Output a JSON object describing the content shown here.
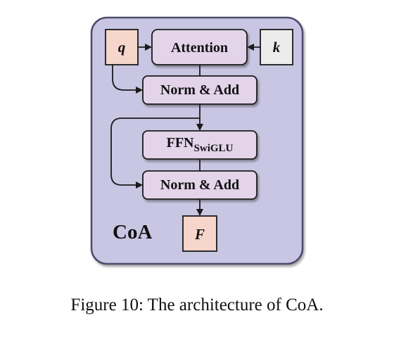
{
  "diagram": {
    "container_label": "CoA",
    "query": "q",
    "key": "k",
    "attention": "Attention",
    "norm_add_1": "Norm & Add",
    "ffn_main": "FFN",
    "ffn_sub": "SwiGLU",
    "norm_add_2": "Norm & Add",
    "output": "F"
  },
  "caption": "Figure 10: The architecture of CoA.",
  "colors": {
    "container_fill": "#c9c6e3",
    "container_stroke": "#4f4c6e",
    "block_fill": "#e3d4ea",
    "pink_fill": "#f6d5cb",
    "key_fill": "#ececec",
    "stroke": "#1a1a1a"
  }
}
